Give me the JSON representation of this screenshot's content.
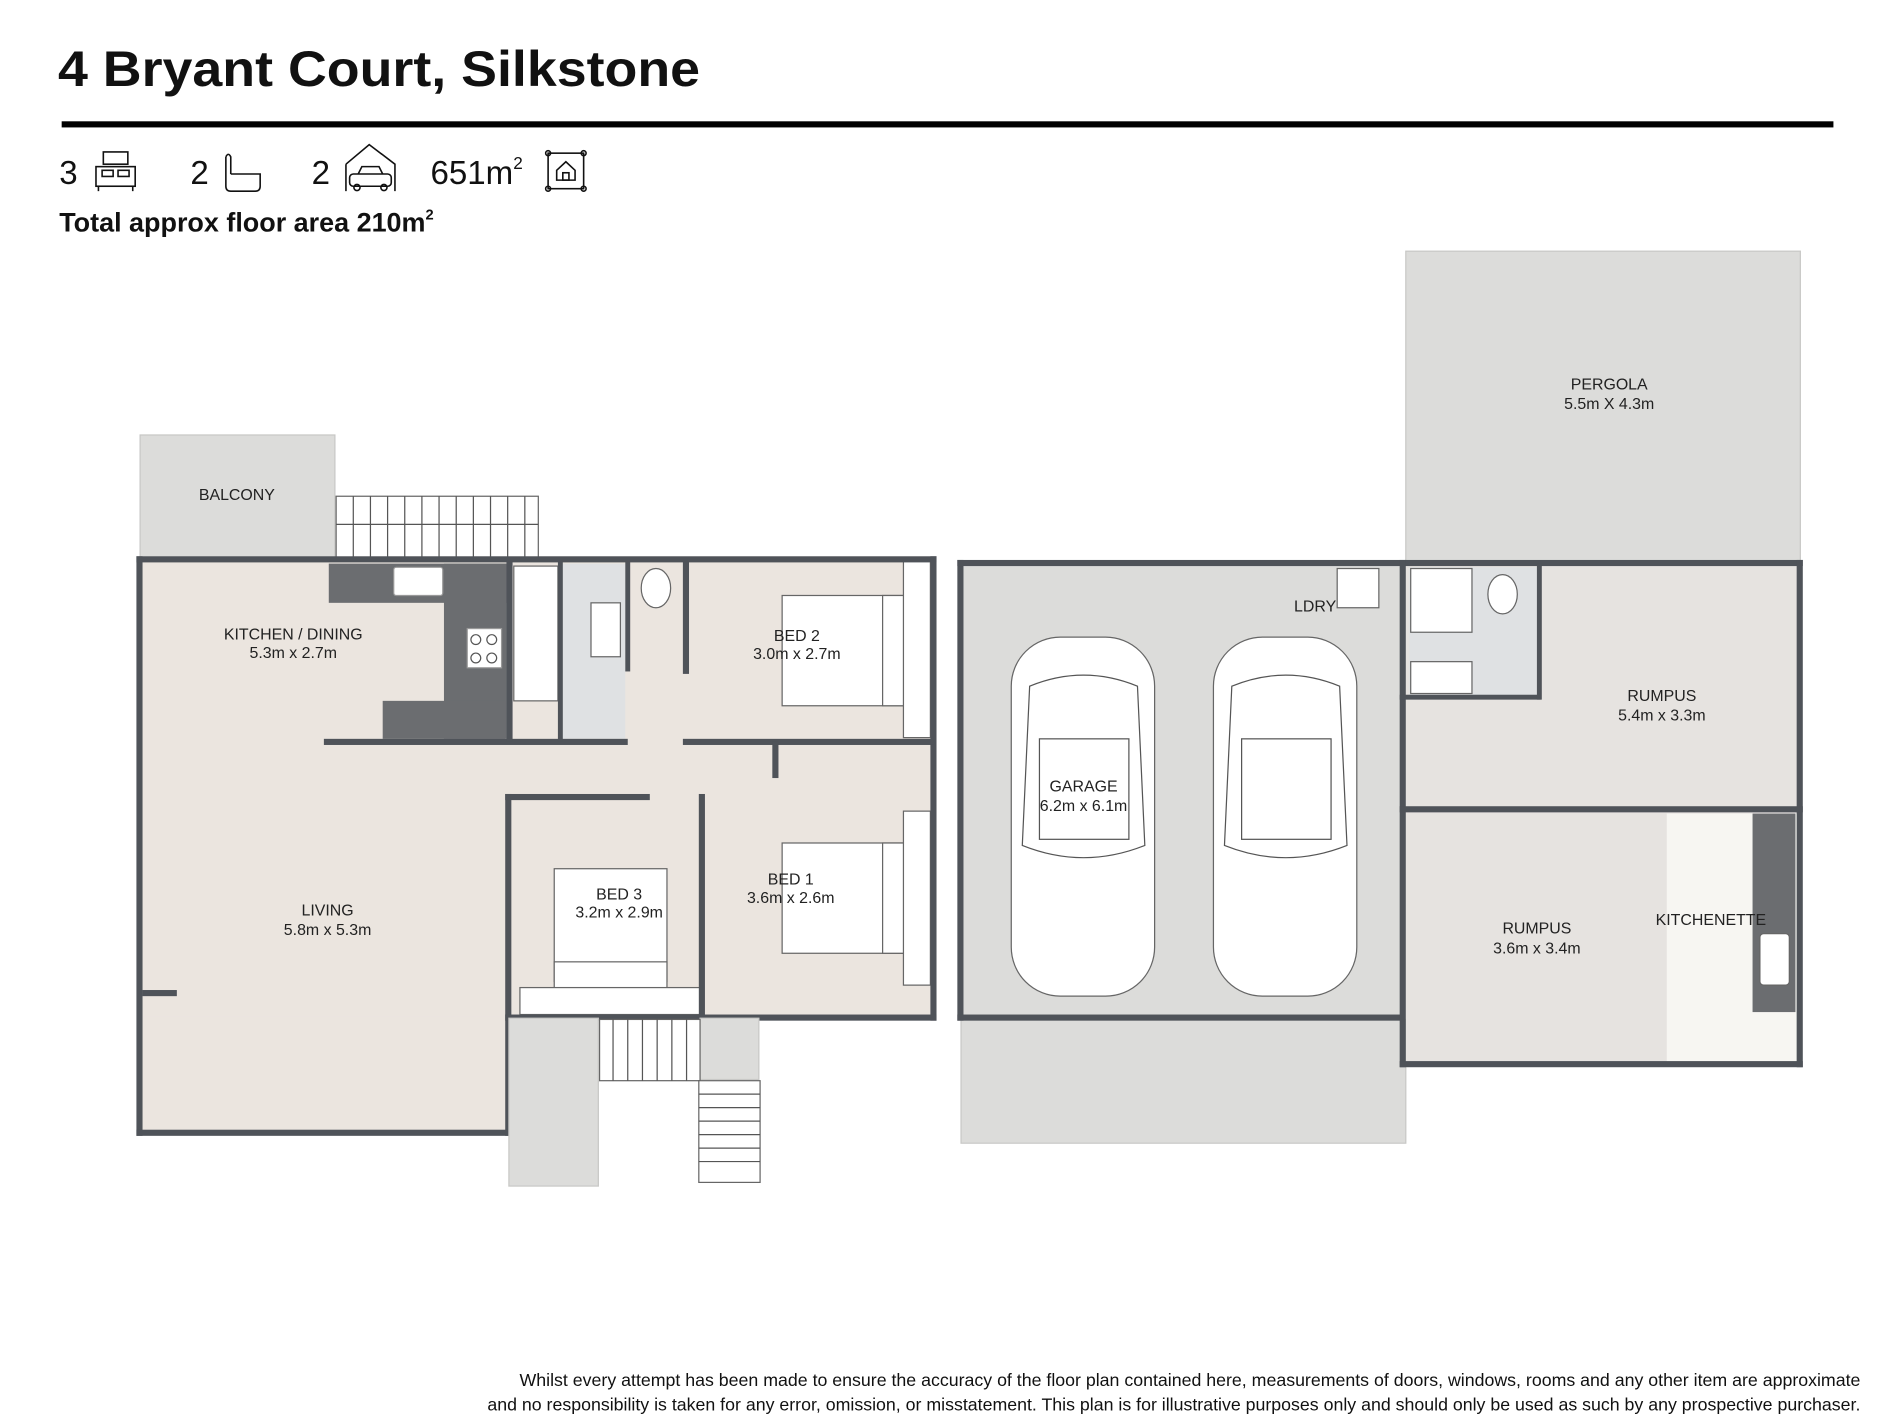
{
  "header": {
    "title": "4 Bryant Court, Silkstone",
    "bedrooms": "3",
    "bathrooms": "2",
    "car_spaces": "2",
    "land_area": "651m",
    "land_area_sup": "2",
    "floor_area": "Total approx floor area 210m",
    "floor_area_sup": "2",
    "icons": [
      "bed-icon",
      "bath-icon",
      "garage-car-icon",
      "land-area-icon"
    ]
  },
  "rooms": {
    "balcony": {
      "name": "BALCONY"
    },
    "kitchen": {
      "name": "KITCHEN / DINING",
      "size": "5.3m x 2.7m"
    },
    "living": {
      "name": "LIVING",
      "size": "5.8m x 5.3m"
    },
    "bed1": {
      "name": "BED 1",
      "size": "3.6m x 2.6m"
    },
    "bed2": {
      "name": "BED 2",
      "size": "3.0m x 2.7m"
    },
    "bed3": {
      "name": "BED 3",
      "size": "3.2m x 2.9m"
    },
    "garage": {
      "name": "GARAGE",
      "size": "6.2m x 6.1m"
    },
    "laundry": {
      "name": "LDRY"
    },
    "pergola": {
      "name": "PERGOLA",
      "size": "5.5m X 4.3m"
    },
    "rumpus1": {
      "name": "RUMPUS",
      "size": "5.4m x 3.3m"
    },
    "rumpus2": {
      "name": "RUMPUS",
      "size": "3.6m x 3.4m"
    },
    "kitchenette": {
      "name": "KITCHENETTE"
    }
  },
  "footer": {
    "line1": "Whilst every attempt has been made to ensure the accuracy of the floor plan contained here, measurements of doors, windows, rooms and any other item are approximate",
    "line2": "and no responsibility is taken for any error, omission, or misstatement. This plan is for illustrative purposes only and should only be used as such by any prospective purchaser."
  }
}
